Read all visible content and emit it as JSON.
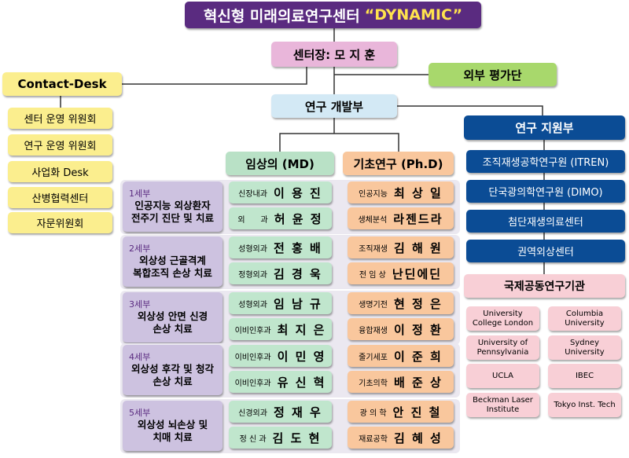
{
  "title": {
    "main": "혁신형 미래의료연구센터",
    "quote": "“DYNAMIC”"
  },
  "director": "센터장: 모 지 훈",
  "contact_desk": "Contact-Desk",
  "external": "외부 평가단",
  "rnd": "연구 개발부",
  "support": "연구 지원부",
  "committees": [
    "센터 운영 위원회",
    "연구 운영 위원회",
    "사업화 Desk",
    "산병협력센터",
    "자문위원회"
  ],
  "md_header": "임상의 (MD)",
  "phd_header": "기초연구 (Ph.D)",
  "groups": [
    {
      "num": "1세부",
      "title1": "인공지능 외상환자",
      "title2": "전주기 진단 및 치료",
      "md": [
        {
          "dept": "신장내과",
          "name": "이 용 진"
        },
        {
          "dept": "외　　과",
          "name": "허 윤 정"
        }
      ],
      "phd": [
        {
          "dept": "인공지능",
          "name": "최 상 일"
        },
        {
          "dept": "생체분석",
          "name": "라젠드라"
        }
      ]
    },
    {
      "num": "2세부",
      "title1": "외상성 근골격계",
      "title2": "복합조직 손상 치료",
      "md": [
        {
          "dept": "성형외과",
          "name": "전 홍 배"
        },
        {
          "dept": "정형외과",
          "name": "김 경 욱"
        }
      ],
      "phd": [
        {
          "dept": "조직재생",
          "name": "김 해 원"
        },
        {
          "dept": "전 임 상",
          "name": "난딘에딘"
        }
      ]
    },
    {
      "num": "3세부",
      "title1": "외상성 안면 신경",
      "title2": "손상 치료",
      "md": [
        {
          "dept": "성형외과",
          "name": "임 남 규"
        },
        {
          "dept": "이비인후과",
          "name": "최 지 은"
        }
      ],
      "phd": [
        {
          "dept": "생명기전",
          "name": "현 정 은"
        },
        {
          "dept": "융합재생",
          "name": "이 정 환"
        }
      ]
    },
    {
      "num": "4세부",
      "title1": "외상성 후각 및 청각",
      "title2": "손상 치료",
      "md": [
        {
          "dept": "이비인후과",
          "name": "이 민 영"
        },
        {
          "dept": "이비인후과",
          "name": "유 신 혁"
        }
      ],
      "phd": [
        {
          "dept": "줄기세포",
          "name": "이 준 희"
        },
        {
          "dept": "기초의학",
          "name": "배 준 상"
        }
      ]
    },
    {
      "num": "5세부",
      "title1": "외상성 뇌손상 및",
      "title2": "치매 치료",
      "md": [
        {
          "dept": "신경외과",
          "name": "정 재 우"
        },
        {
          "dept": "정 신 과",
          "name": "김 도 현"
        }
      ],
      "phd": [
        {
          "dept": "광 의 학",
          "name": "안 진 철"
        },
        {
          "dept": "재료공학",
          "name": "김 혜 성"
        }
      ]
    }
  ],
  "support_units": [
    "조직재생공학연구원 (ITREN)",
    "단국광의학연구원 (DIMO)",
    "첨단재생의료센터",
    "권역외상센터"
  ],
  "intl_header": "국제공동연구기관",
  "intl": [
    [
      "University",
      "College London"
    ],
    [
      "Columbia",
      "University"
    ],
    [
      "University of",
      "Pennsylvania"
    ],
    [
      "Sydney",
      "University"
    ],
    [
      "UCLA",
      ""
    ],
    [
      "IBEC",
      ""
    ],
    [
      "Beckman Laser",
      "Institute"
    ],
    [
      "Tokyo Inst. Tech",
      ""
    ]
  ]
}
